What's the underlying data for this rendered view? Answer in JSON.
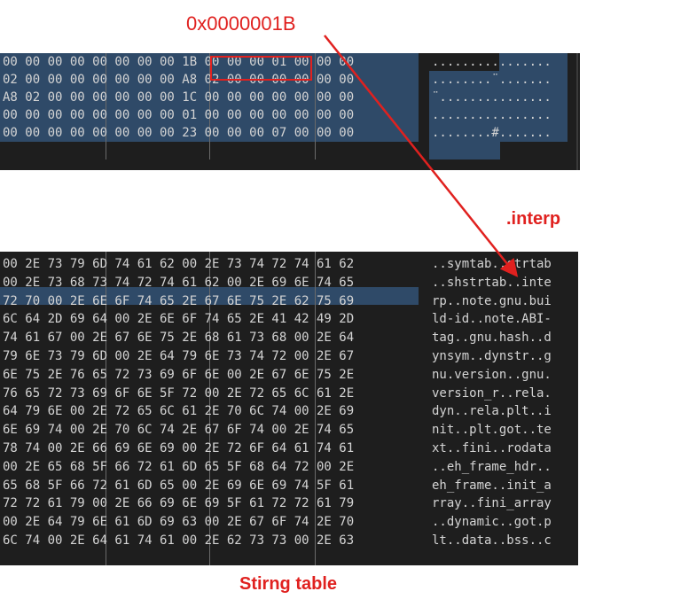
{
  "annotations": {
    "offset_label": "0x0000001B",
    "interp_label": ".interp",
    "string_table_label": "Stirng table"
  },
  "top_dump": {
    "hex_rows": [
      "00 00 00 00 00 00 00 00 1B 00 00 00 01 00 00 00",
      "02 00 00 00 00 00 00 00 A8 02 00 00 00 00 00 00",
      "A8 02 00 00 00 00 00 00 1C 00 00 00 00 00 00 00",
      "00 00 00 00 00 00 00 00 01 00 00 00 00 00 00 00",
      "00 00 00 00 00 00 00 00 23 00 00 00 07 00 00 00"
    ],
    "ascii_rows": [
      "................",
      "........¨.......",
      "¨...............",
      "................",
      "........#......."
    ]
  },
  "bottom_dump": {
    "hex_rows": [
      "00 2E 73 79 6D 74 61 62 00 2E 73 74 72 74 61 62",
      "00 2E 73 68 73 74 72 74 61 62 00 2E 69 6E 74 65",
      "72 70 00 2E 6E 6F 74 65 2E 67 6E 75 2E 62 75 69",
      "6C 64 2D 69 64 00 2E 6E 6F 74 65 2E 41 42 49 2D",
      "74 61 67 00 2E 67 6E 75 2E 68 61 73 68 00 2E 64",
      "79 6E 73 79 6D 00 2E 64 79 6E 73 74 72 00 2E 67",
      "6E 75 2E 76 65 72 73 69 6F 6E 00 2E 67 6E 75 2E",
      "76 65 72 73 69 6F 6E 5F 72 00 2E 72 65 6C 61 2E",
      "64 79 6E 00 2E 72 65 6C 61 2E 70 6C 74 00 2E 69",
      "6E 69 74 00 2E 70 6C 74 2E 67 6F 74 00 2E 74 65",
      "78 74 00 2E 66 69 6E 69 00 2E 72 6F 64 61 74 61",
      "00 2E 65 68 5F 66 72 61 6D 65 5F 68 64 72 00 2E",
      "65 68 5F 66 72 61 6D 65 00 2E 69 6E 69 74 5F 61",
      "72 72 61 79 00 2E 66 69 6E 69 5F 61 72 72 61 79",
      "00 2E 64 79 6E 61 6D 69 63 00 2E 67 6F 74 2E 70",
      "6C 74 00 2E 64 61 74 61 00 2E 62 73 73 00 2E 63"
    ],
    "ascii_rows": [
      "..symtab..strtab",
      "..shstrtab..inte",
      "rp..note.gnu.bui",
      "ld-id..note.ABI-",
      "tag..gnu.hash..d",
      "ynsym..dynstr..g",
      "nu.version..gnu.",
      "version_r..rela.",
      "dyn..rela.plt..i",
      "nit..plt.got..te",
      "xt..fini..rodata",
      "..eh_frame_hdr..",
      "eh_frame..init_a",
      "rray..fini_array",
      "..dynamic..got.p",
      "lt..data..bss..c"
    ]
  },
  "colors": {
    "annotation_red": "#e0211f",
    "panel_bg": "#1e1e1e",
    "selection_blue": "#2f4a68",
    "text": "#d4d4d4"
  }
}
